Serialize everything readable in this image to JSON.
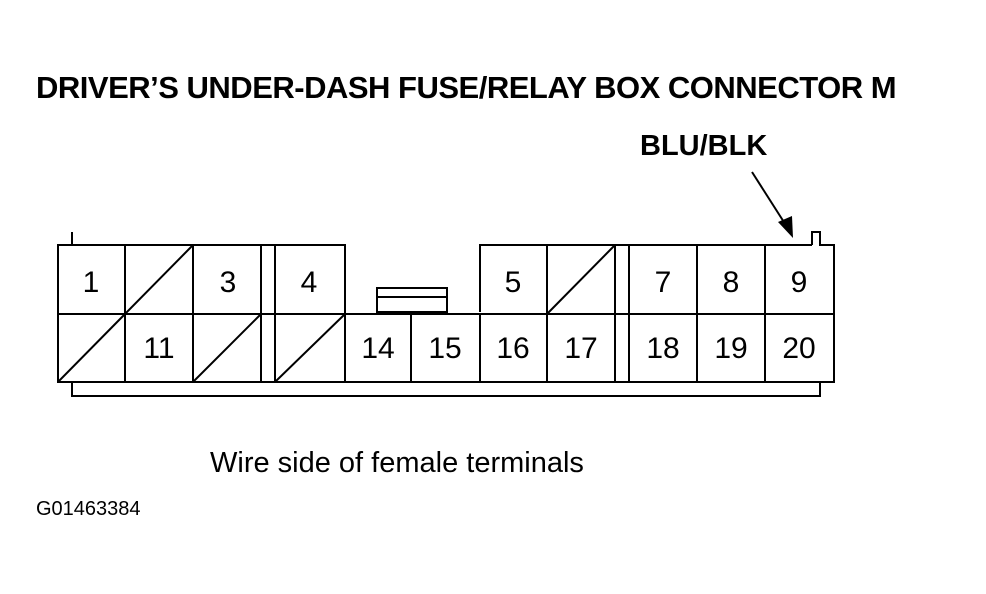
{
  "title": "DRIVER’S UNDER-DASH FUSE/RELAY BOX CONNECTOR M",
  "wire_label": "BLU/BLK",
  "caption": "Wire side of female terminals",
  "figure_code": "G01463384",
  "terminals": {
    "t1": "1",
    "t3": "3",
    "t4": "4",
    "t5": "5",
    "t7": "7",
    "t8": "8",
    "t9": "9",
    "t11": "11",
    "t14": "14",
    "t15": "15",
    "t16": "16",
    "t17": "17",
    "t18": "18",
    "t19": "19",
    "t20": "20"
  }
}
